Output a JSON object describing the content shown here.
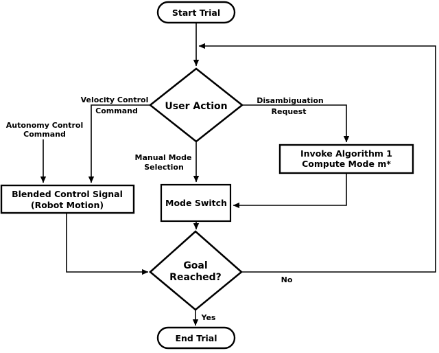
{
  "diagram": {
    "type": "flowchart",
    "colors": {
      "stroke": "#000000",
      "background": "#ffffff",
      "text": "#000000"
    },
    "nodes": {
      "start": {
        "shape": "stadium",
        "label": "Start Trial"
      },
      "user_action": {
        "shape": "diamond",
        "label": "User Action"
      },
      "invoke": {
        "shape": "rect",
        "line1": "Invoke Algorithm 1",
        "line2": "Compute Mode m*"
      },
      "blended": {
        "shape": "rect",
        "line1": "Blended Control Signal",
        "line2": "(Robot Motion)"
      },
      "mode_switch": {
        "shape": "rect",
        "label": "Mode Switch"
      },
      "goal": {
        "shape": "diamond",
        "line1": "Goal",
        "line2": "Reached?"
      },
      "end": {
        "shape": "stadium",
        "label": "End Trial"
      }
    },
    "edge_labels": {
      "velocity": {
        "line1": "Velocity Control",
        "line2": "Command"
      },
      "autonomy": {
        "line1": "Autonomy Control",
        "line2": "Command"
      },
      "disambiguation": {
        "line1": "Disambiguation",
        "line2": "Request"
      },
      "manual": {
        "line1": "Manual Mode",
        "line2": "Selection"
      },
      "no": "No",
      "yes": "Yes"
    }
  }
}
